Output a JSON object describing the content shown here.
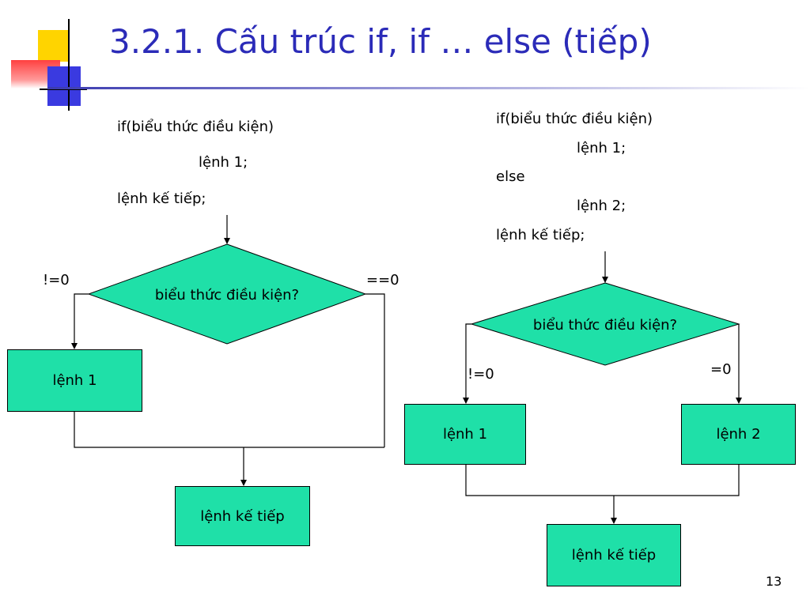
{
  "title": "3.2.1. Cấu trúc if, if … else (tiếp)",
  "page_number": "13",
  "left": {
    "code": [
      "if(biểu thức điều kiện)",
      "lệnh 1;",
      "lệnh kế tiếp;"
    ],
    "condition": "biểu thức điều kiện?",
    "true_label": "!=0",
    "false_label": "==0",
    "stmt1": "lệnh 1",
    "next": "lệnh kế tiếp"
  },
  "right": {
    "code": [
      "if(biểu thức điều kiện)",
      "lệnh 1;",
      "else",
      "lệnh 2;",
      "lệnh kế tiếp;"
    ],
    "condition": "biểu thức điều kiện?",
    "true_label": "!=0",
    "false_label": "=0",
    "stmt1": "lệnh 1",
    "stmt2": "lệnh 2",
    "next": "lệnh kế tiếp"
  },
  "colors": {
    "title": "#2b2bb8",
    "node_fill": "#1fe0a8",
    "line": "#000000"
  }
}
